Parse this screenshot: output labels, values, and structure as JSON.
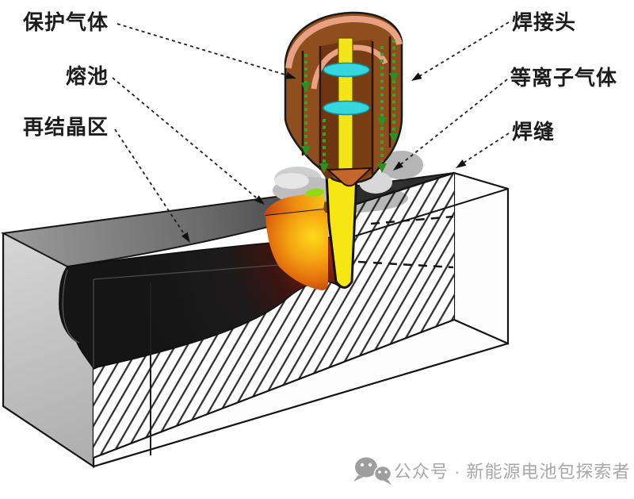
{
  "diagram": {
    "labels": {
      "shielding_gas": "保护气体",
      "molten_pool": "熔池",
      "recrystallization_zone": "再结晶区",
      "welding_head": "焊接头",
      "plasma_gas": "等离子气体",
      "weld_seam": "焊缝"
    },
    "colors": {
      "electrode_yellow": "#f3e517",
      "torch_brown": "#8f4e1d",
      "torch_rim_copper": "#e9a183",
      "gas_flow_green": "#3da02a",
      "plasma_disc_cyan": "#35d6dd",
      "melt_orange": "#f29c10",
      "melt_red": "#c03408",
      "weld_dark": "#1a1a1a"
    }
  },
  "watermark": {
    "text": "公众号 · 新能源电池包探索者"
  }
}
